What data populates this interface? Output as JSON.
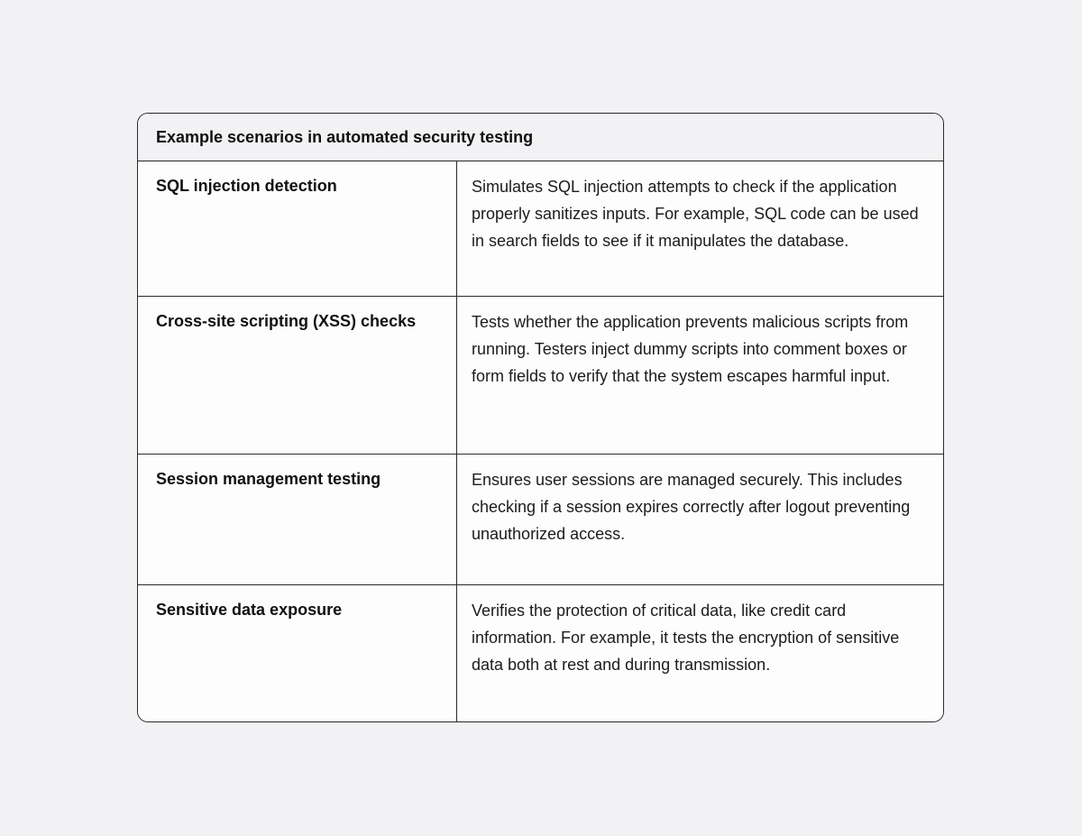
{
  "table": {
    "title": "Example scenarios in automated security testing",
    "rows": [
      {
        "term": "SQL injection detection",
        "description": "Simulates SQL injection attempts to check if the application properly sanitizes inputs. For example, SQL code can be used in search fields to see if it manipulates the database."
      },
      {
        "term": "Cross-site scripting (XSS) checks",
        "description": "Tests whether the application prevents malicious scripts from running. Testers inject dummy scripts into comment boxes or form fields to verify that the system escapes harmful input."
      },
      {
        "term": "Session management testing",
        "description": "Ensures user sessions are managed securely. This includes checking if a session expires correctly after logout preventing unauthorized access."
      },
      {
        "term": "Sensitive data exposure",
        "description": "Verifies the protection of critical data, like credit card information. For example, it tests the encryption of sensitive data both at rest and during transmission."
      }
    ]
  }
}
